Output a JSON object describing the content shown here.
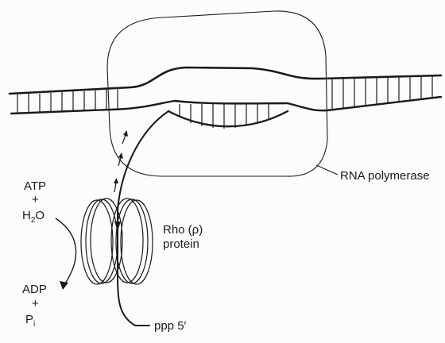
{
  "labels": {
    "rna_polymerase": "RNA polymerase",
    "atp": "ATP",
    "plus_1": "+",
    "h2o_h": "H",
    "h2o_sub": "2",
    "h2o_o": "O",
    "adp": "ADP",
    "plus_2": "+",
    "pi_p": "P",
    "pi_sub": "i",
    "rho_line1": "Rho (ρ)",
    "rho_line2": "protein",
    "rna_end": "ppp 5′"
  },
  "colors": {
    "ink": "#1a1a1a",
    "paper": "#fcfcfb"
  }
}
